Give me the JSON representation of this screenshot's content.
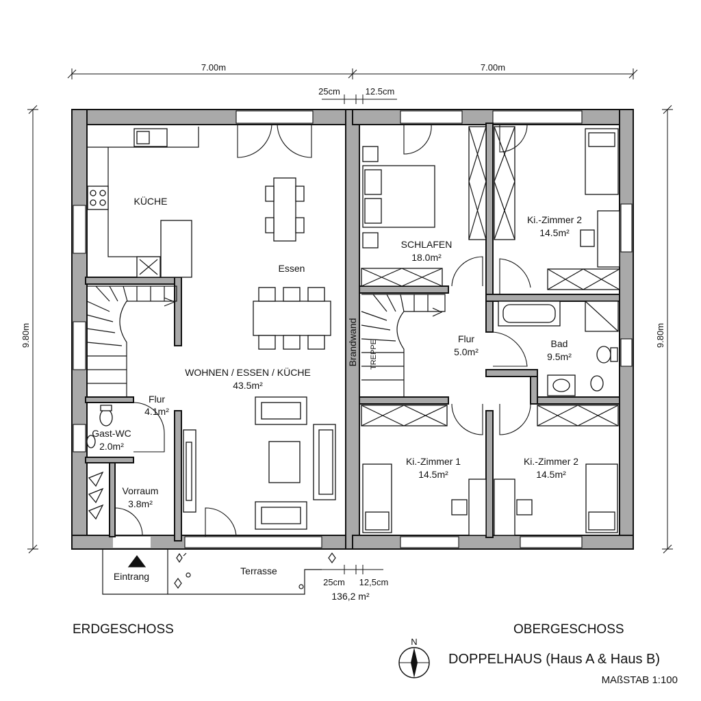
{
  "dimensions": {
    "width_left": "7.00m",
    "width_right": "7.00m",
    "wall_outer": "25cm",
    "wall_inner": "12.5cm",
    "height_left": "9.80m",
    "height_right": "9.80m",
    "terrace_outer": "25cm",
    "terrace_inner": "12,5cm",
    "terrace_area": "136,2 m²"
  },
  "ground_floor": {
    "kitchen": "KÜCHE",
    "essen": "Essen",
    "living": "WOHNEN / ESSEN / KÜCHE",
    "living_area": "43.5m²",
    "flur": "Flur",
    "flur_area": "4.1m²",
    "wc": "Gast-WC",
    "wc_area": "2.0m²",
    "vorraum": "Vorraum",
    "vorraum_area": "3.8m²",
    "entrance": "Eintrang",
    "terrace": "Terrasse"
  },
  "party_wall": "Brandwand",
  "upper_floor": {
    "treppe": "TREPPE",
    "schlafen": "SCHLAFEN",
    "schlafen_area": "18.0m²",
    "kid2_top": "Ki.-Zimmer 2",
    "kid2_top_area": "14.5m²",
    "flur": "Flur",
    "flur_area": "5.0m²",
    "bad": "Bad",
    "bad_area": "9.5m²",
    "kid1": "Ki.-Zimmer 1",
    "kid1_area": "14.5m²",
    "kid2_bottom": "Ki.-Zimmer 2",
    "kid2_bottom_area": "14.5m²"
  },
  "titles": {
    "ground": "ERDGESCHOSS",
    "upper": "OBERGESCHOSS",
    "main": "DOPPELHAUS (Haus A & Haus B)",
    "scale": "MAßSTAB 1:100",
    "north": "N"
  }
}
